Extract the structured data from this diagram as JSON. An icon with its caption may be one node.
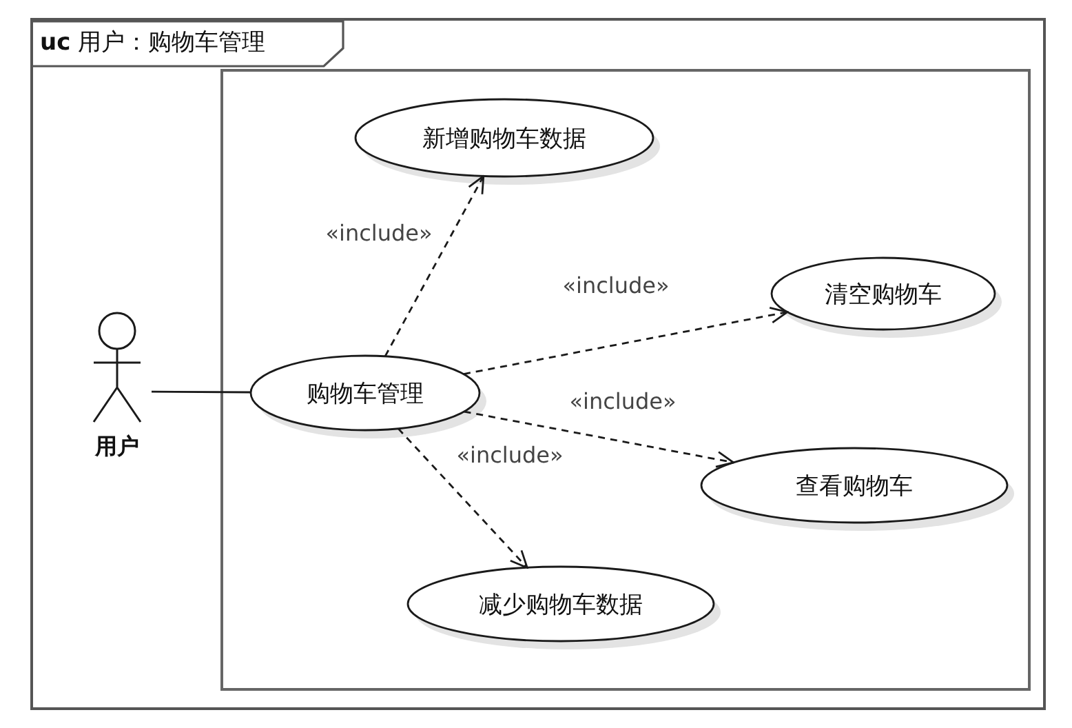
{
  "diagram": {
    "nodes": [
      {
        "text": [
          "**uc** 用户：购物车管理"
        ]
      },
      {
        "text": [],
        "shape": "box",
        "in": 0
      },
      {
        "text": [],
        "shape": "person",
        "beside": [
          "用户"
        ],
        "in": 0
      },
      {
        "text": [
          "新增购物车数据"
        ],
        "in": 1
      },
      {
        "text": [
          "清空购物车"
        ],
        "in": 1
      },
      {
        "text": [
          "购物车管理"
        ],
        "in": 1
      },
      {
        "text": [
          "查看购物车"
        ],
        "in": 1
      },
      {
        "text": [
          "减少购物车数据"
        ],
        "in": 1
      }
    ],
    "edges": [
      {
        "from": 2,
        "to": 5,
        "arrow": "none"
      },
      {
        "from": 5,
        "to": 3,
        "arrow": "to",
        "style": "dashed",
        "label": "«include»"
      },
      {
        "from": 5,
        "to": 4,
        "arrow": "to",
        "style": "dashed",
        "label": "«include»"
      },
      {
        "from": 5,
        "to": 6,
        "arrow": "to",
        "style": "dashed",
        "label": "«include»"
      },
      {
        "from": 5,
        "to": 7,
        "arrow": "to",
        "style": "dashed",
        "label": "«include»"
      }
    ]
  }
}
